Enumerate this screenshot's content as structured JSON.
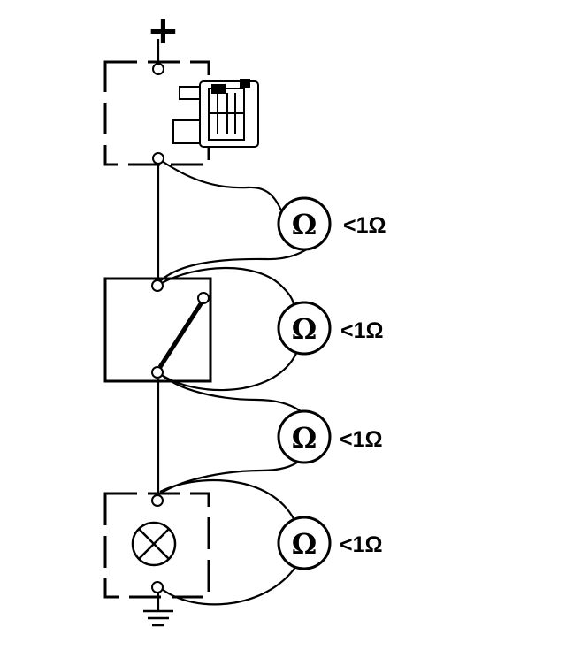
{
  "supply": {
    "symbol": "+"
  },
  "meters": [
    {
      "symbol": "Ω",
      "reading": "<1Ω"
    },
    {
      "symbol": "Ω",
      "reading": "<1Ω"
    },
    {
      "symbol": "Ω",
      "reading": "<1Ω"
    },
    {
      "symbol": "Ω",
      "reading": "<1Ω"
    }
  ],
  "icons": {
    "fuse": "blade-fuse-icon",
    "switch": "switch-icon",
    "lamp": "lamp-icon",
    "ground": "ground-icon"
  }
}
